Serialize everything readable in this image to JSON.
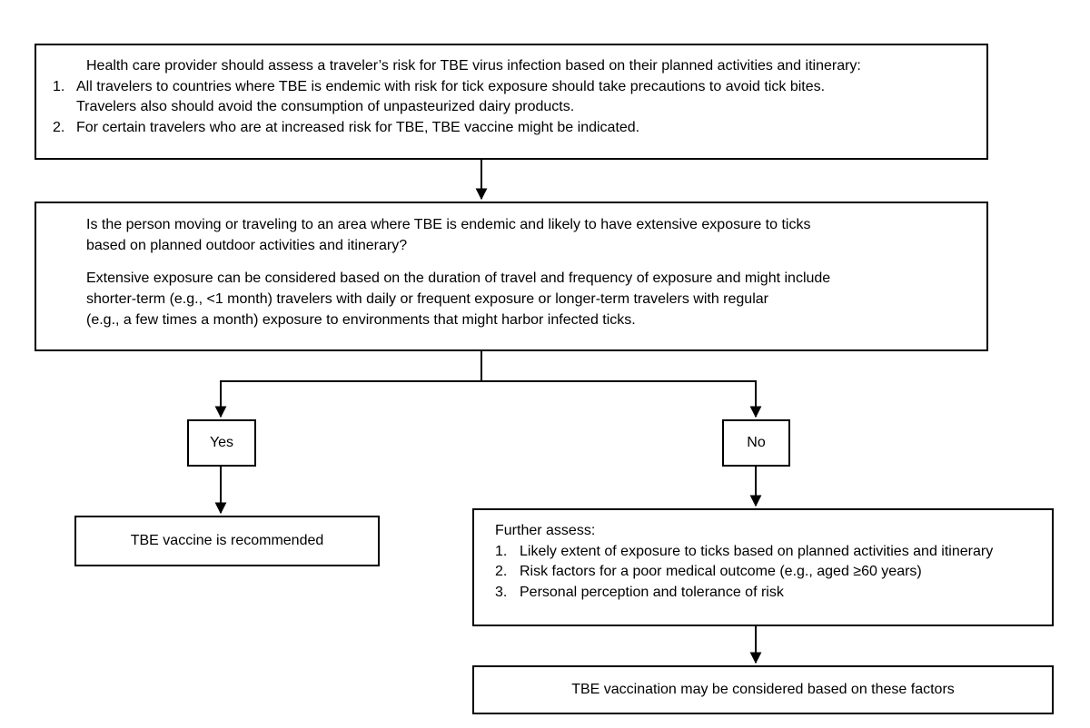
{
  "assessment": {
    "intro": "Health care provider should assess a traveler’s risk for TBE virus infection based on their planned activities and itinerary:",
    "items": [
      {
        "num": "1.",
        "text": "All travelers to countries where TBE is endemic with risk for tick exposure should take precautions to avoid tick bites.\nTravelers also should avoid the consumption of unpasteurized dairy products."
      },
      {
        "num": "2.",
        "text": "For certain travelers who are at increased risk for TBE, TBE vaccine might be indicated."
      }
    ]
  },
  "question": {
    "para1": "Is the person moving or traveling to an area where TBE is endemic and likely to have extensive exposure to ticks\nbased on planned outdoor activities and itinerary?",
    "para2": "Extensive exposure can be considered based on the duration of travel and frequency of exposure and might include\nshorter-term (e.g., <1 month) travelers with daily or frequent exposure or longer-term travelers with regular\n(e.g., a few times a month) exposure to environments that might harbor infected ticks."
  },
  "branches": {
    "yes": "Yes",
    "no": "No"
  },
  "recommended": "TBE vaccine is recommended",
  "further": {
    "title": "Further assess:",
    "items": [
      {
        "num": "1.",
        "text": "Likely extent of exposure to ticks based on planned activities and itinerary"
      },
      {
        "num": "2.",
        "text": "Risk factors for a poor medical outcome (e.g., aged ≥60 years)"
      },
      {
        "num": "3.",
        "text": "Personal perception and tolerance of risk"
      }
    ]
  },
  "final": "TBE vaccination may be considered based on these factors"
}
